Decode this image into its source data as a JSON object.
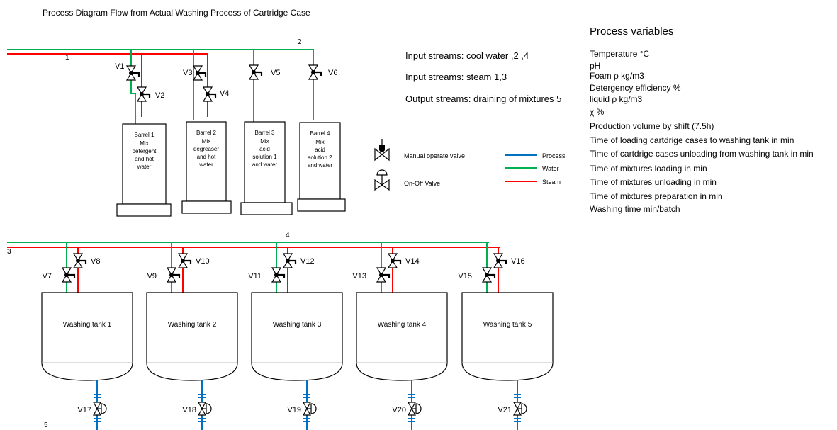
{
  "title": "Process Diagram Flow from Actual Washing Process of Cartridge Case",
  "streams": {
    "input_cool_water": "Input streams: cool water ,2 ,4",
    "input_steam": "Input streams:  steam 1,3",
    "output": "Output streams: draining of mixtures 5"
  },
  "process_variables": {
    "heading": "Process variables",
    "items": [
      "Temperature °C",
      "pH",
      "Foam ρ     kg/m3",
      "Detergency efficiency %",
      "liquid ρ     kg/m3",
      "χ  %",
      "Production volume by shift (7.5h)",
      "Time of loading cartdrige cases to washing tank in min",
      "Time of cartdrige cases unloading from washing tank in min",
      "Time of mixtures loading in min",
      "Time of mixtures unloading in min",
      "Time of mixtures preparation in min",
      "Washing time   min/batch"
    ]
  },
  "legend": {
    "manual_valve": "Manual operate valve",
    "onoff_valve": "On-Off Valve",
    "process": "Process",
    "water": "Water",
    "steam": "Steam"
  },
  "line_numbers": {
    "l1": "1",
    "l2": "2",
    "l3": "3",
    "l4": "4",
    "l5": "5"
  },
  "barrels": [
    {
      "name": "Barrel 1",
      "lines": [
        "Mix",
        "detergent",
        "and hot",
        "water"
      ]
    },
    {
      "name": "Barrel 2",
      "lines": [
        "Mix",
        "degreaser",
        "and hot",
        "water"
      ]
    },
    {
      "name": "Barrel 3",
      "lines": [
        "Mix",
        "acid",
        "solution 1",
        "and water"
      ]
    },
    {
      "name": "Barrel 4",
      "lines": [
        "Mix",
        "acid",
        "solution 2",
        "and water"
      ]
    }
  ],
  "barrel_valves": [
    "V1",
    "V2",
    "V3",
    "V4",
    "V5",
    "V6"
  ],
  "tanks": [
    {
      "name": "Washing tank 1",
      "water_valve": "V7",
      "steam_valve": "V8",
      "drain_valve": "V17"
    },
    {
      "name": "Washing tank 2",
      "water_valve": "V9",
      "steam_valve": "V10",
      "drain_valve": "V18"
    },
    {
      "name": "Washing tank 3",
      "water_valve": "V11",
      "steam_valve": "V12",
      "drain_valve": "V19"
    },
    {
      "name": "Washing tank 4",
      "water_valve": "V13",
      "steam_valve": "V14",
      "drain_valve": "V20"
    },
    {
      "name": "Washing tank 5",
      "water_valve": "V15",
      "steam_valve": "V16",
      "drain_valve": "V21"
    }
  ],
  "colors": {
    "water": "#00b050",
    "steam": "#ff0000",
    "process": "#0070c0",
    "outline": "#000000"
  }
}
